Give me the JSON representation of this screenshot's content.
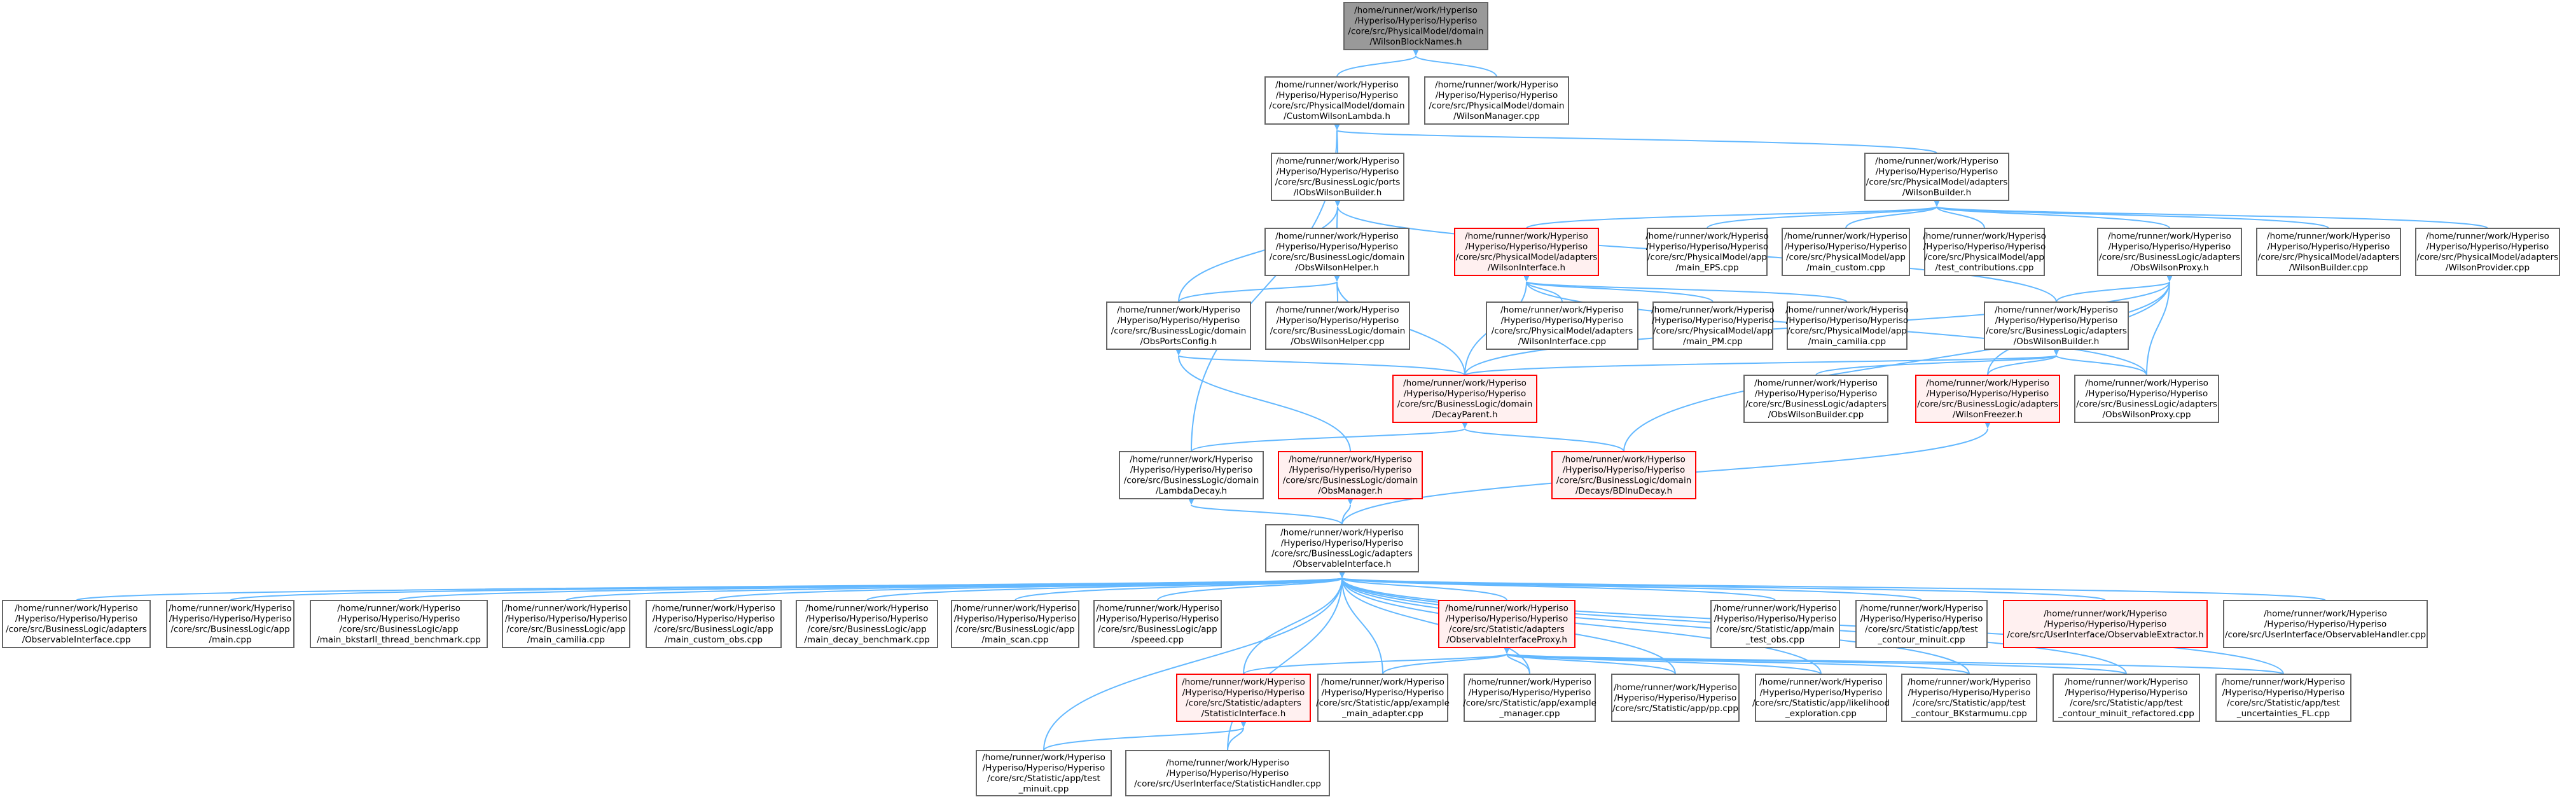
{
  "nodes": [
    {
      "id": "n0",
      "kind": "root",
      "lines": [
        "/home/runner/work/Hyperiso",
        "/Hyperiso/Hyperiso/Hyperiso",
        "/core/src/PhysicalModel/domain",
        "/WilsonBlockNames.h"
      ]
    },
    {
      "id": "n1",
      "kind": "normal",
      "lines": [
        "/home/runner/work/Hyperiso",
        "/Hyperiso/Hyperiso/Hyperiso",
        "/core/src/PhysicalModel/domain",
        "/CustomWilsonLambda.h"
      ]
    },
    {
      "id": "n2",
      "kind": "normal",
      "lines": [
        "/home/runner/work/Hyperiso",
        "/Hyperiso/Hyperiso/Hyperiso",
        "/core/src/PhysicalModel/domain",
        "/WilsonManager.cpp"
      ]
    },
    {
      "id": "n3",
      "kind": "normal",
      "lines": [
        "/home/runner/work/Hyperiso",
        "/Hyperiso/Hyperiso/Hyperiso",
        "/core/src/BusinessLogic/ports",
        "/IObsWilsonBuilder.h"
      ]
    },
    {
      "id": "n4",
      "kind": "normal",
      "lines": [
        "/home/runner/work/Hyperiso",
        "/Hyperiso/Hyperiso/Hyperiso",
        "/core/src/PhysicalModel/adapters",
        "/WilsonBuilder.h"
      ]
    },
    {
      "id": "n5",
      "kind": "normal",
      "lines": [
        "/home/runner/work/Hyperiso",
        "/Hyperiso/Hyperiso/Hyperiso",
        "/core/src/BusinessLogic/domain",
        "/ObsWilsonHelper.h"
      ]
    },
    {
      "id": "n6",
      "kind": "warn",
      "lines": [
        "/home/runner/work/Hyperiso",
        "/Hyperiso/Hyperiso/Hyperiso",
        "/core/src/PhysicalModel/adapters",
        "/WilsonInterface.h"
      ]
    },
    {
      "id": "n7",
      "kind": "normal",
      "lines": [
        "/home/runner/work/Hyperiso",
        "/Hyperiso/Hyperiso/Hyperiso",
        "/core/src/PhysicalModel/app",
        "/main_EPS.cpp"
      ]
    },
    {
      "id": "n8",
      "kind": "normal",
      "lines": [
        "/home/runner/work/Hyperiso",
        "/Hyperiso/Hyperiso/Hyperiso",
        "/core/src/PhysicalModel/app",
        "/main_custom.cpp"
      ]
    },
    {
      "id": "n9",
      "kind": "normal",
      "lines": [
        "/home/runner/work/Hyperiso",
        "/Hyperiso/Hyperiso/Hyperiso",
        "/core/src/PhysicalModel/app",
        "/test_contributions.cpp"
      ]
    },
    {
      "id": "n10",
      "kind": "normal",
      "lines": [
        "/home/runner/work/Hyperiso",
        "/Hyperiso/Hyperiso/Hyperiso",
        "/core/src/BusinessLogic/adapters",
        "/ObsWilsonProxy.h"
      ]
    },
    {
      "id": "n11",
      "kind": "normal",
      "lines": [
        "/home/runner/work/Hyperiso",
        "/Hyperiso/Hyperiso/Hyperiso",
        "/core/src/PhysicalModel/adapters",
        "/WilsonBuilder.cpp"
      ]
    },
    {
      "id": "n12",
      "kind": "normal",
      "lines": [
        "/home/runner/work/Hyperiso",
        "/Hyperiso/Hyperiso/Hyperiso",
        "/core/src/PhysicalModel/adapters",
        "/WilsonProvider.cpp"
      ]
    },
    {
      "id": "n13",
      "kind": "normal",
      "lines": [
        "/home/runner/work/Hyperiso",
        "/Hyperiso/Hyperiso/Hyperiso",
        "/core/src/BusinessLogic/domain",
        "/ObsPortsConfig.h"
      ]
    },
    {
      "id": "n14",
      "kind": "normal",
      "lines": [
        "/home/runner/work/Hyperiso",
        "/Hyperiso/Hyperiso/Hyperiso",
        "/core/src/BusinessLogic/domain",
        "/ObsWilsonHelper.cpp"
      ]
    },
    {
      "id": "n15",
      "kind": "normal",
      "lines": [
        "/home/runner/work/Hyperiso",
        "/Hyperiso/Hyperiso/Hyperiso",
        "/core/src/PhysicalModel/adapters",
        "/WilsonInterface.cpp"
      ]
    },
    {
      "id": "n16",
      "kind": "normal",
      "lines": [
        "/home/runner/work/Hyperiso",
        "/Hyperiso/Hyperiso/Hyperiso",
        "/core/src/PhysicalModel/app",
        "/main_PM.cpp"
      ]
    },
    {
      "id": "n17",
      "kind": "normal",
      "lines": [
        "/home/runner/work/Hyperiso",
        "/Hyperiso/Hyperiso/Hyperiso",
        "/core/src/PhysicalModel/app",
        "/main_camilia.cpp"
      ]
    },
    {
      "id": "n18",
      "kind": "normal",
      "lines": [
        "/home/runner/work/Hyperiso",
        "/Hyperiso/Hyperiso/Hyperiso",
        "/core/src/BusinessLogic/adapters",
        "/ObsWilsonBuilder.h"
      ]
    },
    {
      "id": "n19",
      "kind": "warn",
      "lines": [
        "/home/runner/work/Hyperiso",
        "/Hyperiso/Hyperiso/Hyperiso",
        "/core/src/BusinessLogic/domain",
        "/DecayParent.h"
      ]
    },
    {
      "id": "n20",
      "kind": "normal",
      "lines": [
        "/home/runner/work/Hyperiso",
        "/Hyperiso/Hyperiso/Hyperiso",
        "/core/src/BusinessLogic/adapters",
        "/ObsWilsonBuilder.cpp"
      ]
    },
    {
      "id": "n21",
      "kind": "warn",
      "lines": [
        "/home/runner/work/Hyperiso",
        "/Hyperiso/Hyperiso/Hyperiso",
        "/core/src/BusinessLogic/adapters",
        "/WilsonFreezer.h"
      ]
    },
    {
      "id": "n22",
      "kind": "normal",
      "lines": [
        "/home/runner/work/Hyperiso",
        "/Hyperiso/Hyperiso/Hyperiso",
        "/core/src/BusinessLogic/adapters",
        "/ObsWilsonProxy.cpp"
      ]
    },
    {
      "id": "n23",
      "kind": "normal",
      "lines": [
        "/home/runner/work/Hyperiso",
        "/Hyperiso/Hyperiso/Hyperiso",
        "/core/src/BusinessLogic/domain",
        "/LambdaDecay.h"
      ]
    },
    {
      "id": "n24",
      "kind": "warn",
      "lines": [
        "/home/runner/work/Hyperiso",
        "/Hyperiso/Hyperiso/Hyperiso",
        "/core/src/BusinessLogic/domain",
        "/ObsManager.h"
      ]
    },
    {
      "id": "n25",
      "kind": "warn",
      "lines": [
        "/home/runner/work/Hyperiso",
        "/Hyperiso/Hyperiso/Hyperiso",
        "/core/src/BusinessLogic/domain",
        "/Decays/BDlnuDecay.h"
      ]
    },
    {
      "id": "n26",
      "kind": "normal",
      "lines": [
        "/home/runner/work/Hyperiso",
        "/Hyperiso/Hyperiso/Hyperiso",
        "/core/src/BusinessLogic/adapters",
        "/ObservableInterface.h"
      ]
    },
    {
      "id": "n27",
      "kind": "normal",
      "lines": [
        "/home/runner/work/Hyperiso",
        "/Hyperiso/Hyperiso/Hyperiso",
        "/core/src/BusinessLogic/adapters",
        "/ObservableInterface.cpp"
      ]
    },
    {
      "id": "n28",
      "kind": "normal",
      "lines": [
        "/home/runner/work/Hyperiso",
        "/Hyperiso/Hyperiso/Hyperiso",
        "/core/src/BusinessLogic/app",
        "/main.cpp"
      ]
    },
    {
      "id": "n29",
      "kind": "normal",
      "lines": [
        "/home/runner/work/Hyperiso",
        "/Hyperiso/Hyperiso/Hyperiso",
        "/core/src/BusinessLogic/app",
        "/main_bkstarll_thread_benchmark.cpp"
      ]
    },
    {
      "id": "n30",
      "kind": "normal",
      "lines": [
        "/home/runner/work/Hyperiso",
        "/Hyperiso/Hyperiso/Hyperiso",
        "/core/src/BusinessLogic/app",
        "/main_camilia.cpp"
      ]
    },
    {
      "id": "n31",
      "kind": "normal",
      "lines": [
        "/home/runner/work/Hyperiso",
        "/Hyperiso/Hyperiso/Hyperiso",
        "/core/src/BusinessLogic/app",
        "/main_custom_obs.cpp"
      ]
    },
    {
      "id": "n32",
      "kind": "normal",
      "lines": [
        "/home/runner/work/Hyperiso",
        "/Hyperiso/Hyperiso/Hyperiso",
        "/core/src/BusinessLogic/app",
        "/main_decay_benchmark.cpp"
      ]
    },
    {
      "id": "n33",
      "kind": "normal",
      "lines": [
        "/home/runner/work/Hyperiso",
        "/Hyperiso/Hyperiso/Hyperiso",
        "/core/src/BusinessLogic/app",
        "/main_scan.cpp"
      ]
    },
    {
      "id": "n34",
      "kind": "normal",
      "lines": [
        "/home/runner/work/Hyperiso",
        "/Hyperiso/Hyperiso/Hyperiso",
        "/core/src/BusinessLogic/app",
        "/speeed.cpp"
      ]
    },
    {
      "id": "n35",
      "kind": "warn",
      "lines": [
        "/home/runner/work/Hyperiso",
        "/Hyperiso/Hyperiso/Hyperiso",
        "/core/src/Statistic/adapters",
        "/ObservableInterfaceProxy.h"
      ]
    },
    {
      "id": "n36",
      "kind": "normal",
      "lines": [
        "/home/runner/work/Hyperiso",
        "/Hyperiso/Hyperiso/Hyperiso",
        "/core/src/Statistic/app/main",
        "_test_obs.cpp"
      ]
    },
    {
      "id": "n37",
      "kind": "normal",
      "lines": [
        "/home/runner/work/Hyperiso",
        "/Hyperiso/Hyperiso/Hyperiso",
        "/core/src/Statistic/app/test",
        "_contour_minuit.cpp"
      ]
    },
    {
      "id": "n38",
      "kind": "warn",
      "lines": [
        "/home/runner/work/Hyperiso",
        "/Hyperiso/Hyperiso/Hyperiso",
        "/core/src/UserInterface/ObservableExtractor.h"
      ]
    },
    {
      "id": "n39",
      "kind": "normal",
      "lines": [
        "/home/runner/work/Hyperiso",
        "/Hyperiso/Hyperiso/Hyperiso",
        "/core/src/UserInterface/ObservableHandler.cpp"
      ]
    },
    {
      "id": "n40",
      "kind": "warn",
      "lines": [
        "/home/runner/work/Hyperiso",
        "/Hyperiso/Hyperiso/Hyperiso",
        "/core/src/Statistic/adapters",
        "/StatisticInterface.h"
      ]
    },
    {
      "id": "n41",
      "kind": "normal",
      "lines": [
        "/home/runner/work/Hyperiso",
        "/Hyperiso/Hyperiso/Hyperiso",
        "/core/src/Statistic/app/example",
        "_main_adapter.cpp"
      ]
    },
    {
      "id": "n42",
      "kind": "normal",
      "lines": [
        "/home/runner/work/Hyperiso",
        "/Hyperiso/Hyperiso/Hyperiso",
        "/core/src/Statistic/app/example",
        "_manager.cpp"
      ]
    },
    {
      "id": "n43",
      "kind": "normal",
      "lines": [
        "/home/runner/work/Hyperiso",
        "/Hyperiso/Hyperiso/Hyperiso",
        "/core/src/Statistic/app/pp.cpp"
      ]
    },
    {
      "id": "n44",
      "kind": "normal",
      "lines": [
        "/home/runner/work/Hyperiso",
        "/Hyperiso/Hyperiso/Hyperiso",
        "/core/src/Statistic/app/likelihood",
        "_exploration.cpp"
      ]
    },
    {
      "id": "n45",
      "kind": "normal",
      "lines": [
        "/home/runner/work/Hyperiso",
        "/Hyperiso/Hyperiso/Hyperiso",
        "/core/src/Statistic/app/test",
        "_contour_BKstarmumu.cpp"
      ]
    },
    {
      "id": "n46",
      "kind": "normal",
      "lines": [
        "/home/runner/work/Hyperiso",
        "/Hyperiso/Hyperiso/Hyperiso",
        "/core/src/Statistic/app/test",
        "_contour_minuit_refactored.cpp"
      ]
    },
    {
      "id": "n47",
      "kind": "normal",
      "lines": [
        "/home/runner/work/Hyperiso",
        "/Hyperiso/Hyperiso/Hyperiso",
        "/core/src/Statistic/app/test",
        "_uncertainties_FL.cpp"
      ]
    },
    {
      "id": "n48",
      "kind": "normal",
      "lines": [
        "/home/runner/work/Hyperiso",
        "/Hyperiso/Hyperiso/Hyperiso",
        "/core/src/Statistic/app/test",
        "_minuit.cpp"
      ]
    },
    {
      "id": "n49",
      "kind": "normal",
      "lines": [
        "/home/runner/work/Hyperiso",
        "/Hyperiso/Hyperiso/Hyperiso",
        "/core/src/UserInterface/StatisticHandler.cpp"
      ]
    }
  ],
  "edges": [
    [
      "n0",
      "n1"
    ],
    [
      "n0",
      "n2"
    ],
    [
      "n1",
      "n3"
    ],
    [
      "n1",
      "n4"
    ],
    [
      "n1",
      "n23"
    ],
    [
      "n3",
      "n5"
    ],
    [
      "n3",
      "n13"
    ],
    [
      "n3",
      "n18"
    ],
    [
      "n4",
      "n6"
    ],
    [
      "n4",
      "n7"
    ],
    [
      "n4",
      "n8"
    ],
    [
      "n4",
      "n9"
    ],
    [
      "n4",
      "n10"
    ],
    [
      "n4",
      "n11"
    ],
    [
      "n4",
      "n12"
    ],
    [
      "n5",
      "n13"
    ],
    [
      "n5",
      "n14"
    ],
    [
      "n5",
      "n19"
    ],
    [
      "n6",
      "n15"
    ],
    [
      "n6",
      "n16"
    ],
    [
      "n6",
      "n17"
    ],
    [
      "n6",
      "n19"
    ],
    [
      "n6",
      "n22"
    ],
    [
      "n10",
      "n18"
    ],
    [
      "n10",
      "n19"
    ],
    [
      "n10",
      "n21"
    ],
    [
      "n10",
      "n22"
    ],
    [
      "n10",
      "n25"
    ],
    [
      "n13",
      "n19"
    ],
    [
      "n13",
      "n24"
    ],
    [
      "n18",
      "n19"
    ],
    [
      "n18",
      "n20"
    ],
    [
      "n18",
      "n21"
    ],
    [
      "n18",
      "n22"
    ],
    [
      "n19",
      "n23"
    ],
    [
      "n19",
      "n25"
    ],
    [
      "n21",
      "n26"
    ],
    [
      "n23",
      "n26"
    ],
    [
      "n24",
      "n26"
    ],
    [
      "n26",
      "n27"
    ],
    [
      "n26",
      "n28"
    ],
    [
      "n26",
      "n29"
    ],
    [
      "n26",
      "n30"
    ],
    [
      "n26",
      "n31"
    ],
    [
      "n26",
      "n32"
    ],
    [
      "n26",
      "n33"
    ],
    [
      "n26",
      "n34"
    ],
    [
      "n26",
      "n35"
    ],
    [
      "n26",
      "n36"
    ],
    [
      "n26",
      "n37"
    ],
    [
      "n26",
      "n38"
    ],
    [
      "n26",
      "n39"
    ],
    [
      "n26",
      "n40"
    ],
    [
      "n26",
      "n41"
    ],
    [
      "n26",
      "n42"
    ],
    [
      "n26",
      "n43"
    ],
    [
      "n26",
      "n44"
    ],
    [
      "n26",
      "n45"
    ],
    [
      "n26",
      "n46"
    ],
    [
      "n26",
      "n47"
    ],
    [
      "n26",
      "n48"
    ],
    [
      "n26",
      "n49"
    ],
    [
      "n35",
      "n40"
    ],
    [
      "n35",
      "n41"
    ],
    [
      "n35",
      "n42"
    ],
    [
      "n35",
      "n43"
    ],
    [
      "n35",
      "n44"
    ],
    [
      "n35",
      "n45"
    ],
    [
      "n35",
      "n46"
    ],
    [
      "n35",
      "n47"
    ],
    [
      "n40",
      "n48"
    ],
    [
      "n40",
      "n49"
    ]
  ],
  "colors": {
    "edge": "#63b8ff",
    "node_border": "#666666",
    "root_fill": "#999999",
    "warn_border": "#ff0000",
    "warn_fill": "#fff0f0"
  }
}
